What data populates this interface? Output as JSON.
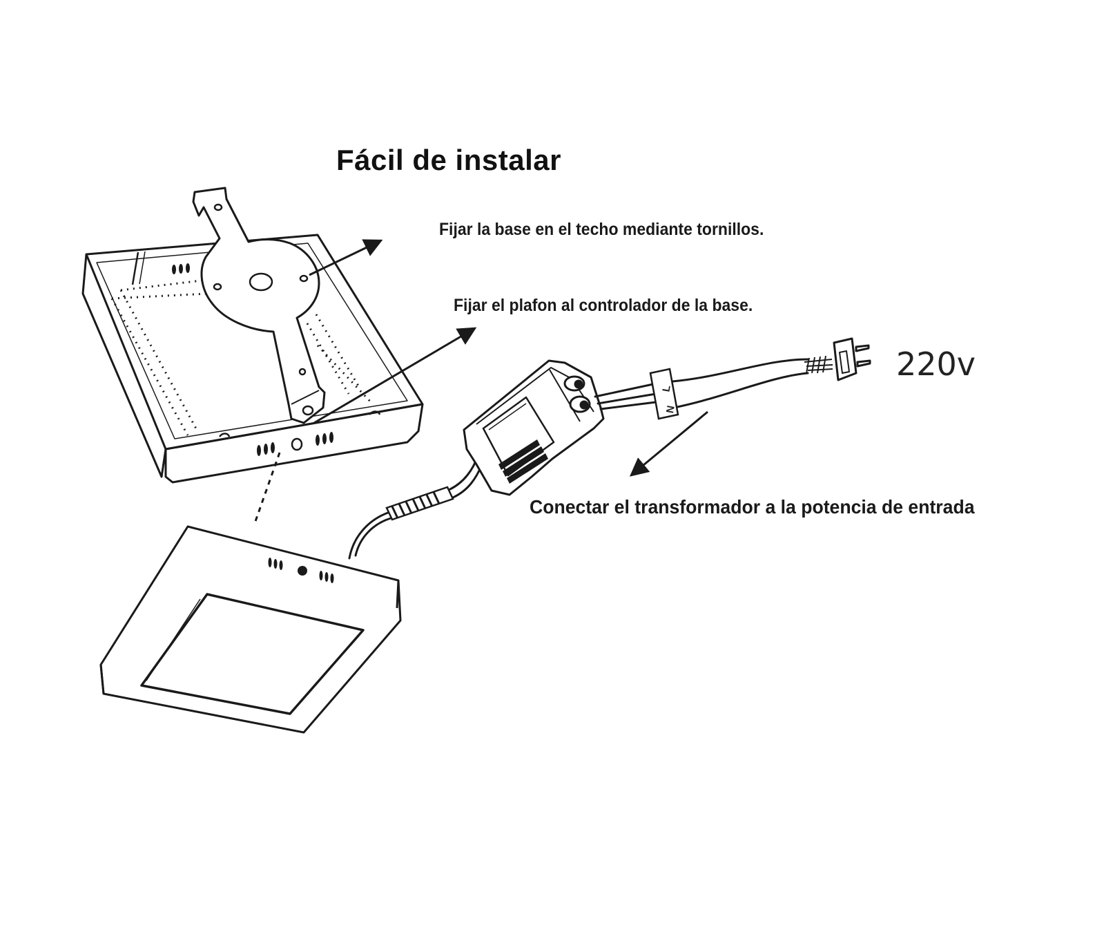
{
  "title": "Fácil de instalar",
  "labels": {
    "screws": "Fijar la base en el techo mediante tornillos.",
    "controller": "Fijar el plafon al controlador de la base.",
    "transformer": "Conectar el transformador a la potencia de entrada",
    "voltage": "220v",
    "terminal_l": "L",
    "terminal_n": "N"
  },
  "colors": {
    "line": "#1a1a1a",
    "background": "#ffffff"
  }
}
